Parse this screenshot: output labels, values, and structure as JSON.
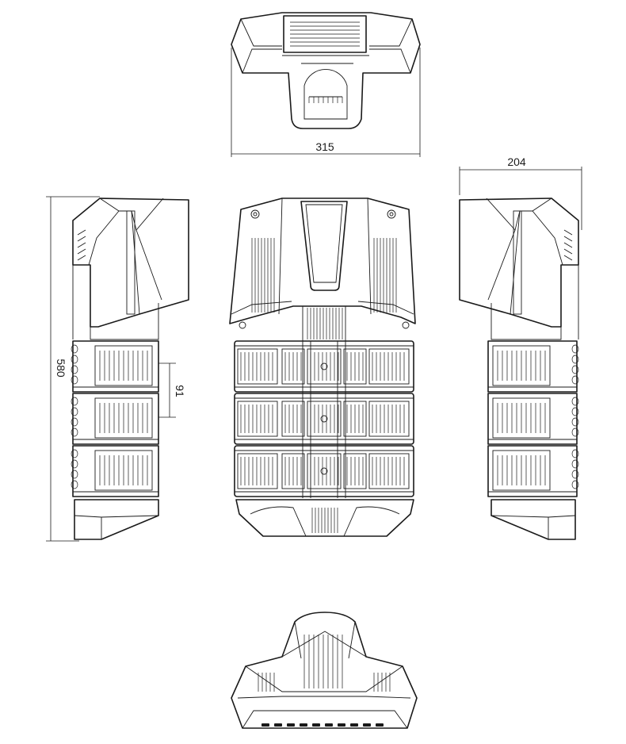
{
  "dimensions": {
    "top_width": "315",
    "side_depth": "204",
    "total_height": "580",
    "module_height": "91"
  },
  "colors": {
    "line": "#1a1a1a",
    "background": "#ffffff"
  }
}
